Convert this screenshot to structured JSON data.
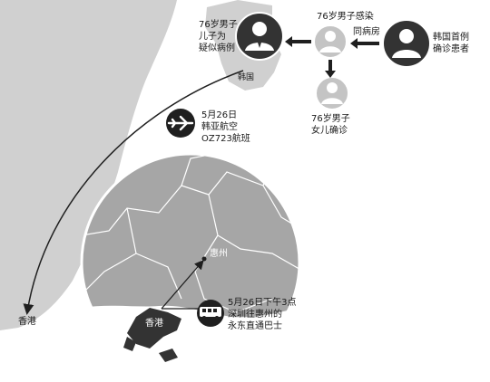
{
  "nodes": {
    "korea_first": {
      "lines": [
        "韩国首例",
        "确诊患者"
      ]
    },
    "hospital_label": "同病房",
    "infected_man": {
      "label": "76岁男子感染"
    },
    "son": {
      "lines": [
        "76岁男子",
        "儿子为",
        "疑似病例"
      ]
    },
    "daughter": {
      "lines": [
        "76岁男子",
        "女儿确诊"
      ]
    }
  },
  "places": {
    "korea": "韩国",
    "hongkong_map": "香港",
    "hongkong_inset": "香港",
    "huizhou": "惠州"
  },
  "flight": {
    "lines": [
      "5月26日",
      "韩亚航空",
      "OZ723航班"
    ]
  },
  "bus": {
    "lines": [
      "5月26日下午3点",
      "深圳往惠州的",
      "永东直通巴士"
    ]
  },
  "colors": {
    "land": "#d0d0d0",
    "circle_land": "#a6a6a6",
    "dark": "#333333",
    "node_light": "#c4c4c4",
    "arrow": "#1f1f1f"
  }
}
